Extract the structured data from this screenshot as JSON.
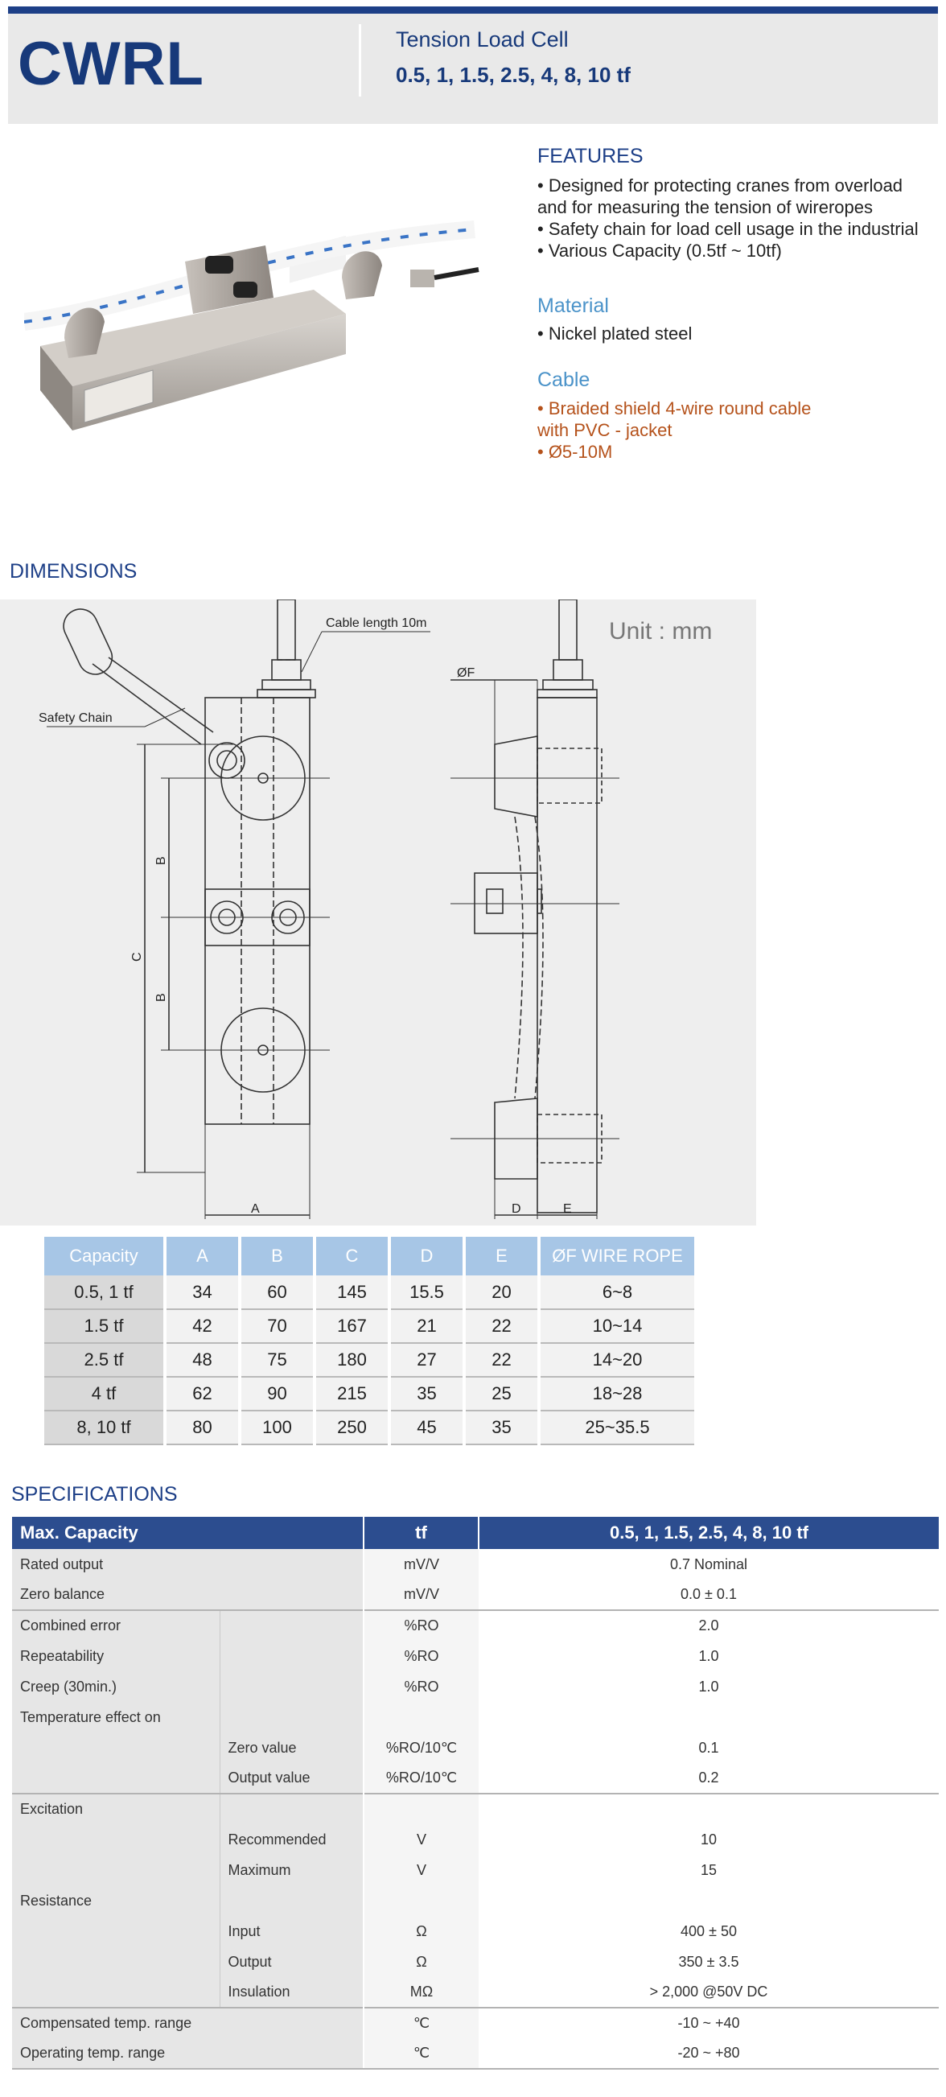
{
  "header": {
    "model": "CWRL",
    "subtitle": "Tension Load Cell",
    "capacities": "0.5, 1, 1.5, 2.5, 4, 8, 10 tf"
  },
  "features": {
    "title": "FEATURES",
    "lines": [
      "• Designed for protecting cranes from overload",
      "and for measuring the tension of wireropes",
      "• Safety chain for load cell usage in the industrial",
      "• Various Capacity (0.5tf ~ 10tf)"
    ]
  },
  "material": {
    "title": "Material",
    "lines": [
      "• Nickel plated steel"
    ]
  },
  "cable": {
    "title": "Cable",
    "lines": [
      "• Braided shield 4-wire round cable",
      "with PVC - jacket",
      "• Ø5-10M"
    ]
  },
  "dimensions": {
    "title": "DIMENSIONS",
    "unit": "Unit : mm",
    "labels": {
      "cable": "Cable  length 10m",
      "chain": "Safety Chain",
      "phiF": "ØF",
      "A": "A",
      "B": "B",
      "C": "C",
      "D": "D",
      "E": "E"
    },
    "table": {
      "headers": [
        "Capacity",
        "A",
        "B",
        "C",
        "D",
        "E",
        "ØF WIRE ROPE"
      ],
      "rows": [
        [
          "0.5, 1 tf",
          "34",
          "60",
          "145",
          "15.5",
          "20",
          "6~8"
        ],
        [
          "1.5 tf",
          "42",
          "70",
          "167",
          "21",
          "22",
          "10~14"
        ],
        [
          "2.5 tf",
          "48",
          "75",
          "180",
          "27",
          "22",
          "14~20"
        ],
        [
          "4 tf",
          "62",
          "90",
          "215",
          "35",
          "25",
          "18~28"
        ],
        [
          "8, 10 tf",
          "80",
          "100",
          "250",
          "45",
          "35",
          "25~35.5"
        ]
      ]
    }
  },
  "specifications": {
    "title": "SPECIFICATIONS",
    "header": [
      "Max. Capacity",
      "tf",
      "0.5, 1, 1.5,  2.5,  4,  8, 10 tf"
    ],
    "rows": [
      {
        "label": "Rated output",
        "sub": "",
        "unit": "mV/V",
        "value": "0.7 Nominal"
      },
      {
        "label": "Zero balance",
        "sub": "",
        "unit": "mV/V",
        "value": "0.0 ± 0.1"
      },
      {
        "label": "Combined error",
        "sub": "",
        "unit": "%RO",
        "value": "2.0"
      },
      {
        "label": "Repeatability",
        "sub": "",
        "unit": "%RO",
        "value": "1.0"
      },
      {
        "label": "Creep (30min.)",
        "sub": "",
        "unit": "%RO",
        "value": "1.0"
      },
      {
        "label": "Temperature effect on",
        "sub": "",
        "unit": "",
        "value": ""
      },
      {
        "label": "",
        "sub": "Zero value",
        "unit": "%RO/10℃",
        "value": "0.1"
      },
      {
        "label": "",
        "sub": "Output  value",
        "unit": "%RO/10℃",
        "value": "0.2"
      },
      {
        "label": "Excitation",
        "sub": "",
        "unit": "",
        "value": ""
      },
      {
        "label": "",
        "sub": "Recommended",
        "unit": "V",
        "value": "10"
      },
      {
        "label": "",
        "sub": "Maximum",
        "unit": "V",
        "value": "15"
      },
      {
        "label": "Resistance",
        "sub": "",
        "unit": "",
        "value": ""
      },
      {
        "label": "",
        "sub": "Input",
        "unit": "Ω",
        "value": "400 ± 50"
      },
      {
        "label": "",
        "sub": "Output",
        "unit": "Ω",
        "value": "350 ± 3.5"
      },
      {
        "label": "",
        "sub": "Insulation",
        "unit": "MΩ",
        "value": "> 2,000 @50V DC"
      },
      {
        "label": "Compensated temp. range",
        "sub": "",
        "unit": "℃",
        "value": "-10 ~ +40"
      },
      {
        "label": "Operating temp. range",
        "sub": "",
        "unit": "℃",
        "value": "-20 ~ +80"
      }
    ]
  }
}
